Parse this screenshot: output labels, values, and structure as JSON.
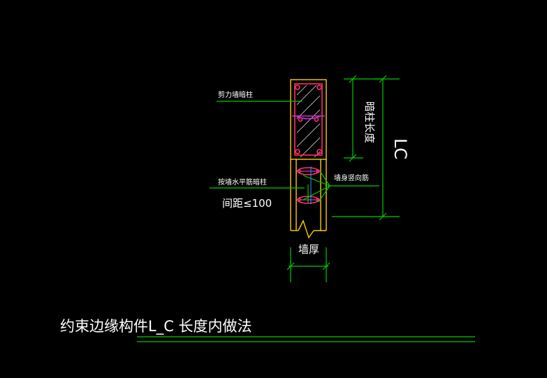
{
  "drawing": {
    "label_top_left": "剪力墙暗柱",
    "label_mid_left": "按墙水平筋暗柱",
    "label_spacing": "间距≤100",
    "label_right": "墙身竖向筋",
    "label_column_length": "暗柱长度",
    "label_lc": "LC",
    "label_wall_thickness": "墙厚",
    "title": "约束边缘构件L_C 长度内做法"
  },
  "colors": {
    "background": "#000000",
    "outline": "#ffcc00",
    "dimension": "#00cc00",
    "rebar": "#ff3366",
    "tie": "#cc33cc",
    "text": "#ffffff"
  }
}
